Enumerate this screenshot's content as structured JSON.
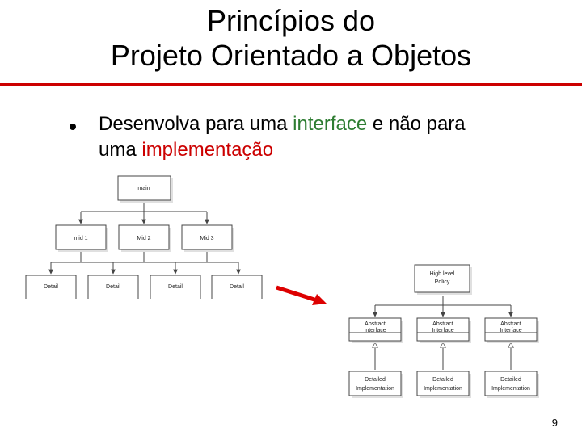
{
  "title": {
    "line1": "Princípios do",
    "line2": "Projeto Orientado a Objetos"
  },
  "bullet": {
    "part1": "Desenvolva para uma ",
    "interface_word": "interface",
    "part2": " e não para",
    "part3": "uma ",
    "implementation_word": "implementação"
  },
  "left_diagram": {
    "main": "main",
    "mid1": "mid 1",
    "mid2": "Mid 2",
    "mid3": "Mid 3",
    "detail1": "Detail",
    "detail2": "Detail",
    "detail3": "Detail",
    "detail4": "Detail"
  },
  "right_diagram": {
    "policy_line1": "High level",
    "policy_line2": "Policy",
    "abs1_line1": "Abstract",
    "abs1_line2": "Interface",
    "abs2_line1": "Abstract",
    "abs2_line2": "Interface",
    "abs3_line1": "Abstract",
    "abs3_line2": "Interface",
    "impl1_line1": "Detailed",
    "impl1_line2": "Implementation",
    "impl2_line1": "Detailed",
    "impl2_line2": "Implementation",
    "impl3_line1": "Detailed",
    "impl3_line2": "Implementation"
  },
  "colors": {
    "title_rule": "#cc0000",
    "interface_highlight": "#2e7d32",
    "implementation_highlight": "#cc0000",
    "arrow": "#dd0000"
  },
  "page_number": "9"
}
